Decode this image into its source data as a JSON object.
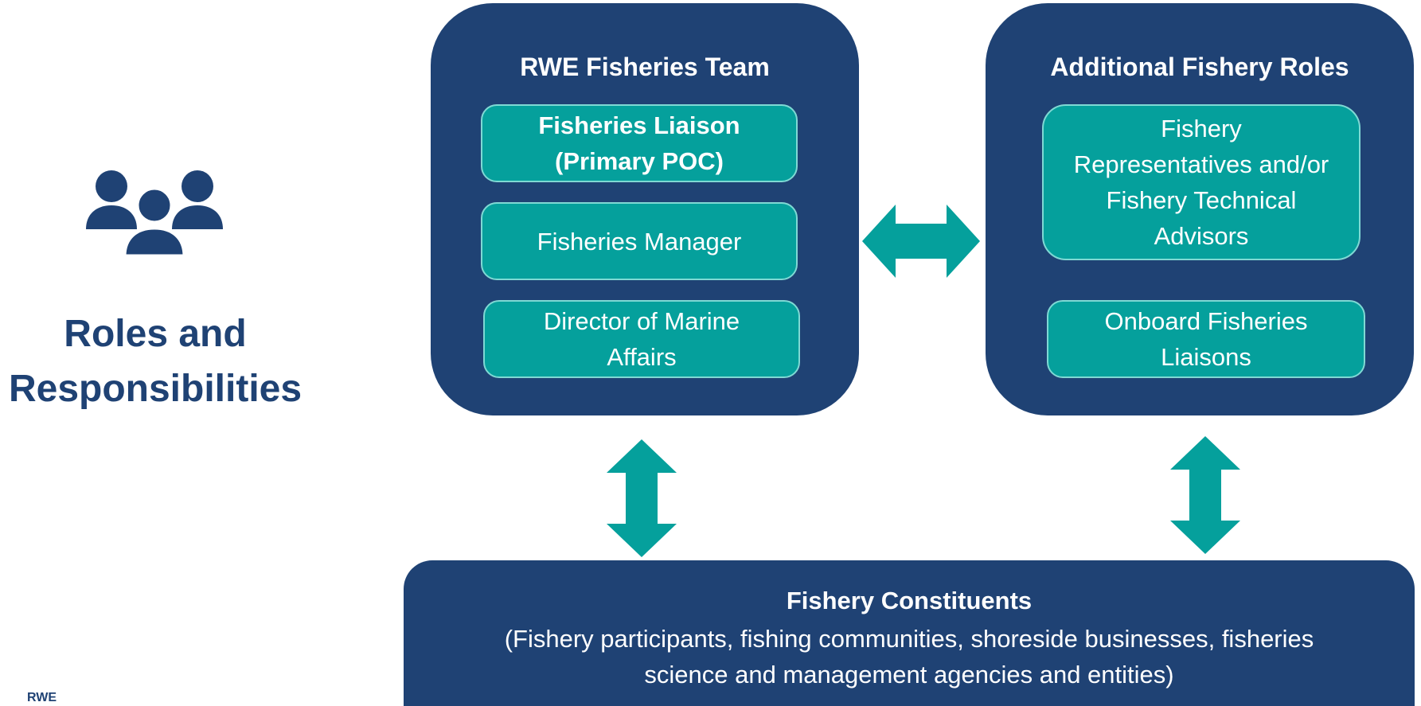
{
  "left": {
    "title_line1": "Roles and",
    "title_line2": "Responsibilities",
    "icon": "people-group-icon",
    "brand": "RWE"
  },
  "team_panel": {
    "title": "RWE Fisheries Team",
    "roles": [
      {
        "line1": "Fisheries Liaison",
        "line2": "(Primary POC)"
      },
      {
        "line1": "Fisheries Manager",
        "line2": ""
      },
      {
        "line1": "Director of Marine",
        "line2": "Affairs"
      }
    ]
  },
  "additional_panel": {
    "title": "Additional Fishery Roles",
    "roles": [
      {
        "line1": "Fishery",
        "line2": "Representatives and/or",
        "line3": "Fishery Technical",
        "line4": "Advisors"
      },
      {
        "line1": "Onboard Fisheries",
        "line2": "Liaisons"
      }
    ]
  },
  "constituents": {
    "title": "Fishery Constituents",
    "desc_line1": "(Fishery participants, fishing communities, shoreside businesses, fisheries",
    "desc_line2": "science and management agencies and entities)"
  },
  "colors": {
    "navy": "#1f4274",
    "teal": "#05a09c",
    "role_border": "#7fd9d4"
  },
  "icons": [
    "people-group-icon",
    "double-arrow-horizontal-icon",
    "double-arrow-vertical-icon"
  ]
}
